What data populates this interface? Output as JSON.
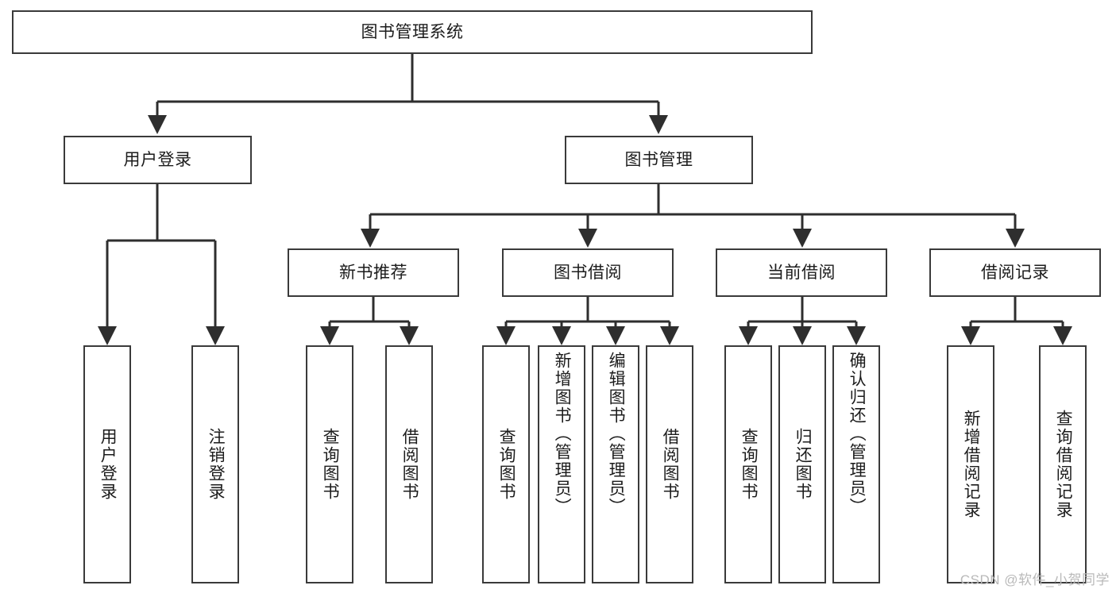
{
  "diagram": {
    "title": "图书管理系统",
    "watermark": "CSDN @软件_小贺同学",
    "colors": {
      "box_border": "#3a3a3a",
      "box_fill": "#ffffff",
      "edge": "#2e2e2e",
      "text": "#1c1c1c",
      "watermark": "#b9b9b9",
      "background": "#ffffff"
    },
    "root": {
      "label": "图书管理系统"
    },
    "level2": [
      {
        "label": "用户登录"
      },
      {
        "label": "图书管理"
      }
    ],
    "level3": [
      {
        "label": "新书推荐"
      },
      {
        "label": "图书借阅"
      },
      {
        "label": "当前借阅"
      },
      {
        "label": "借阅记录"
      }
    ],
    "leaves": {
      "user_login": [
        {
          "label": "用户登录"
        },
        {
          "label": "注销登录"
        }
      ],
      "new_book_recommend": [
        {
          "label": "查询图书"
        },
        {
          "label": "借阅图书"
        }
      ],
      "book_borrow": [
        {
          "label": "查询图书"
        },
        {
          "label": "新增图书（管理员）"
        },
        {
          "label": "编辑图书（管理员）"
        },
        {
          "label": "借阅图书"
        }
      ],
      "current_borrow": [
        {
          "label": "查询图书"
        },
        {
          "label": "归还图书"
        },
        {
          "label": "确认归还（管理员）"
        }
      ],
      "borrow_record": [
        {
          "label": "新增借阅记录"
        },
        {
          "label": "查询借阅记录"
        }
      ]
    }
  }
}
